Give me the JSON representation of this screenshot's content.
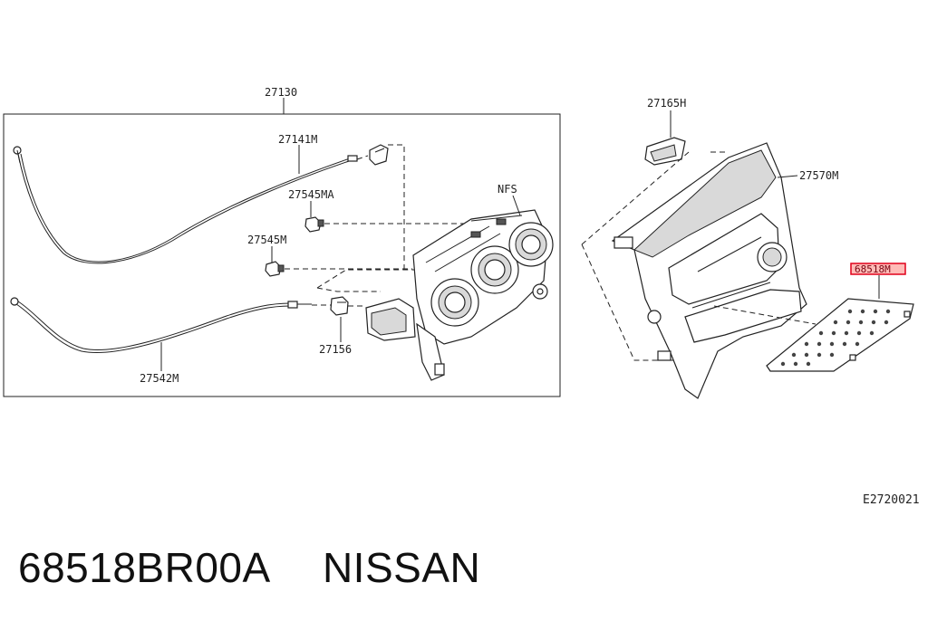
{
  "labels": {
    "assembly": "27130",
    "cable_upper": "27141M",
    "clip_ma": "27545MA",
    "clip_m": "27545M",
    "nfs": "NFS",
    "clip_small": "27156",
    "cable_lower": "27542M",
    "bracket": "27165H",
    "finisher": "27570M",
    "highlighted_part": "68518M",
    "drawing_code": "E2720021"
  },
  "caption": {
    "part_number": "68518BR00A",
    "brand": "NISSAN"
  },
  "colors": {
    "line": "#222222",
    "highlight": "#e0001a"
  }
}
